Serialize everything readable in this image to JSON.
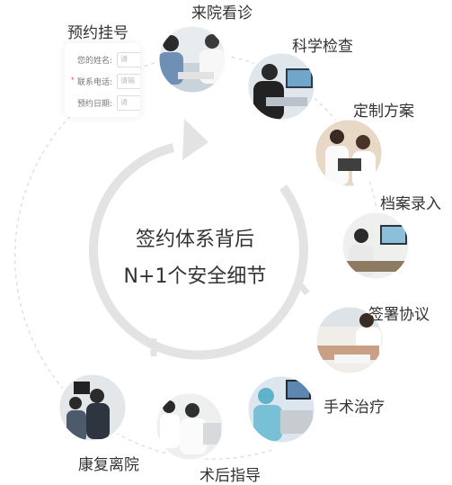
{
  "center": {
    "line1": "签约体系背后",
    "line2": "N+1个安全细节"
  },
  "form": {
    "fields": [
      {
        "label": "您的姓名:",
        "placeholder": "请",
        "required": false
      },
      {
        "label": "联系电话:",
        "placeholder": "请输",
        "required": true
      },
      {
        "label": "预约日期:",
        "placeholder": "请",
        "required": false
      }
    ]
  },
  "steps": [
    {
      "id": "appointment",
      "label": "预约挂号"
    },
    {
      "id": "visit",
      "label": "来院看诊"
    },
    {
      "id": "checkup",
      "label": "科学检查"
    },
    {
      "id": "plan",
      "label": "定制方案"
    },
    {
      "id": "record",
      "label": "档案录入"
    },
    {
      "id": "agreement",
      "label": "签署协议"
    },
    {
      "id": "surgery",
      "label": "手术治疗"
    },
    {
      "id": "guidance",
      "label": "术后指导"
    },
    {
      "id": "discharge",
      "label": "康复离院"
    }
  ],
  "colors": {
    "ring": "#e3e3e3",
    "dashed": "#dcdcdc",
    "text": "#333333"
  }
}
